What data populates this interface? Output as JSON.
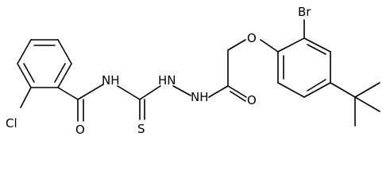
{
  "molecule": {
    "atoms": [
      {
        "id": "cl",
        "label": "Cl"
      },
      {
        "id": "o-amide",
        "label": "O"
      },
      {
        "id": "nh-amide",
        "label": "NH"
      },
      {
        "id": "s-thio",
        "label": "S"
      },
      {
        "id": "nh-hydrazine-1",
        "label": "HN"
      },
      {
        "id": "nh-hydrazine-2",
        "label": "NH"
      },
      {
        "id": "o-carbonyl",
        "label": "O"
      },
      {
        "id": "o-ether",
        "label": "O"
      },
      {
        "id": "br",
        "label": "Br"
      }
    ]
  }
}
